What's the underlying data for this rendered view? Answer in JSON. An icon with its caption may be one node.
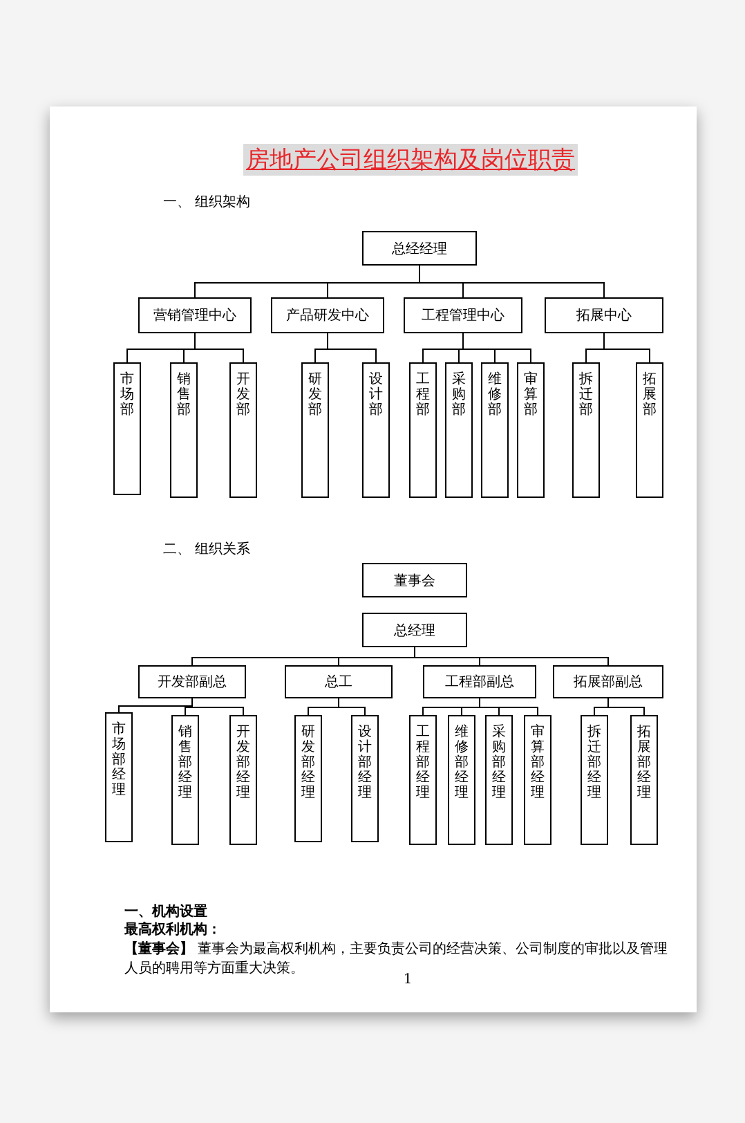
{
  "diagram": {
    "title": "房地产公司组织架构及岗位职责",
    "nodes": [
      {
        "text": [
          "总经经理"
        ]
      },
      {
        "text": [
          "营销管理中心"
        ]
      },
      {
        "text": [
          "产品研发中心"
        ]
      },
      {
        "text": [
          "工程管理中心"
        ]
      },
      {
        "text": [
          "拓展中心"
        ]
      },
      {
        "text": [
          "市场部"
        ]
      },
      {
        "text": [
          "销售部"
        ]
      },
      {
        "text": [
          "开发部"
        ]
      },
      {
        "text": [
          "研发部"
        ]
      },
      {
        "text": [
          "设计部"
        ]
      },
      {
        "text": [
          "工程部"
        ]
      },
      {
        "text": [
          "采购部"
        ]
      },
      {
        "text": [
          "维修部"
        ]
      },
      {
        "text": [
          "审算部"
        ]
      },
      {
        "text": [
          "拆迁部"
        ]
      },
      {
        "text": [
          "拓展部"
        ]
      },
      {
        "text": [
          "董事会"
        ]
      },
      {
        "text": [
          "总经理"
        ]
      },
      {
        "text": [
          "开发部副总"
        ]
      },
      {
        "text": [
          "总工"
        ]
      },
      {
        "text": [
          "工程部副总"
        ]
      },
      {
        "text": [
          "拓展部副总"
        ]
      },
      {
        "text": [
          "市场部经理"
        ]
      },
      {
        "text": [
          "销售部经理"
        ]
      },
      {
        "text": [
          "开发部经理"
        ]
      },
      {
        "text": [
          "研发部经理"
        ]
      },
      {
        "text": [
          "设计部经理"
        ]
      },
      {
        "text": [
          "工程部经理"
        ]
      },
      {
        "text": [
          "维修部经理"
        ]
      },
      {
        "text": [
          "采购部经理"
        ]
      },
      {
        "text": [
          "审算部经理"
        ]
      },
      {
        "text": [
          "拆迁部经理"
        ]
      },
      {
        "text": [
          "拓展部经理"
        ]
      }
    ],
    "edges": [
      {
        "from": 0,
        "to": 1,
        "arrow": "none"
      },
      {
        "from": 0,
        "to": 2,
        "arrow": "none"
      },
      {
        "from": 0,
        "to": 3,
        "arrow": "none"
      },
      {
        "from": 0,
        "to": 4,
        "arrow": "none"
      },
      {
        "from": 1,
        "to": 5,
        "arrow": "none"
      },
      {
        "from": 1,
        "to": 6,
        "arrow": "none"
      },
      {
        "from": 1,
        "to": 7,
        "arrow": "none"
      },
      {
        "from": 2,
        "to": 8,
        "arrow": "none"
      },
      {
        "from": 2,
        "to": 9,
        "arrow": "none"
      },
      {
        "from": 3,
        "to": 10,
        "arrow": "none"
      },
      {
        "from": 3,
        "to": 11,
        "arrow": "none"
      },
      {
        "from": 3,
        "to": 12,
        "arrow": "none"
      },
      {
        "from": 3,
        "to": 13,
        "arrow": "none"
      },
      {
        "from": 4,
        "to": 14,
        "arrow": "none"
      },
      {
        "from": 4,
        "to": 15,
        "arrow": "none"
      },
      {
        "from": 17,
        "to": 18,
        "arrow": "none"
      },
      {
        "from": 17,
        "to": 19,
        "arrow": "none"
      },
      {
        "from": 17,
        "to": 20,
        "arrow": "none"
      },
      {
        "from": 17,
        "to": 21,
        "arrow": "none"
      },
      {
        "from": 18,
        "to": 22,
        "arrow": "none"
      },
      {
        "from": 18,
        "to": 23,
        "arrow": "none"
      },
      {
        "from": 18,
        "to": 24,
        "arrow": "none"
      },
      {
        "from": 19,
        "to": 25,
        "arrow": "none"
      },
      {
        "from": 19,
        "to": 26,
        "arrow": "none"
      },
      {
        "from": 20,
        "to": 27,
        "arrow": "none"
      },
      {
        "from": 20,
        "to": 28,
        "arrow": "none"
      },
      {
        "from": 20,
        "to": 29,
        "arrow": "none"
      },
      {
        "from": 20,
        "to": 30,
        "arrow": "none"
      },
      {
        "from": 21,
        "to": 31,
        "arrow": "none"
      },
      {
        "from": 21,
        "to": 32,
        "arrow": "none"
      }
    ],
    "labels": [
      "一、 组织架构",
      "二、 组织关系",
      "一、机构设置",
      "最高权利机构：",
      "**【董事会】** 董事会为最高权利机构，主要负责公司的经营决策、公司制度的审批以及管理人员的聘用等方面重大决策。",
      "1"
    ]
  }
}
